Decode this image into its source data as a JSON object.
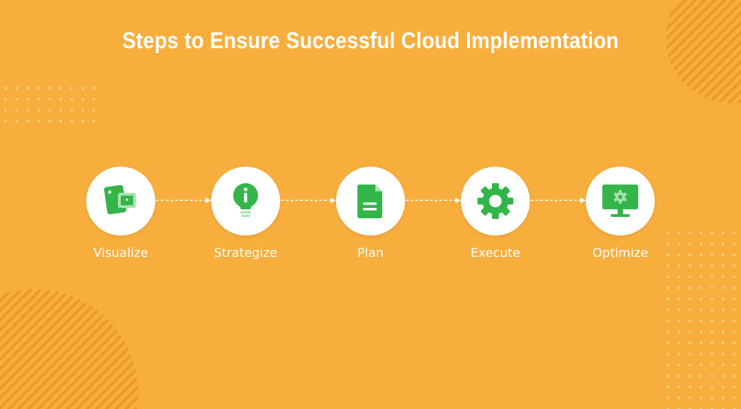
{
  "title": "Steps to Ensure Successful Cloud Implementation",
  "colors": {
    "background": "#F8AE3D",
    "accent": "#34B54A",
    "text": "#FFFFFF"
  },
  "steps": [
    {
      "label": "Visualize",
      "icon": "visualize-cards-icon"
    },
    {
      "label": "Strategize",
      "icon": "lightbulb-info-icon"
    },
    {
      "label": "Plan",
      "icon": "document-icon"
    },
    {
      "label": "Execute",
      "icon": "gear-icon"
    },
    {
      "label": "Optimize",
      "icon": "monitor-gear-icon"
    }
  ]
}
